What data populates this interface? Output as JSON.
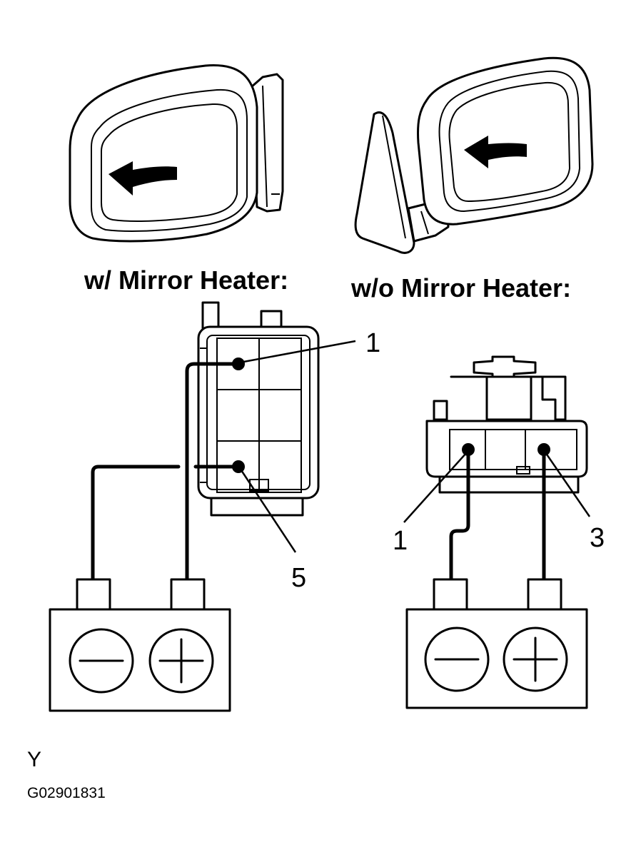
{
  "headings": {
    "with_heater": "w/ Mirror Heater:",
    "without_heater": "w/o Mirror Heater:"
  },
  "left_connector": {
    "pin_top": "1",
    "pin_bottom": "5"
  },
  "right_connector": {
    "pin_left": "1",
    "pin_right": "3"
  },
  "footer": {
    "letter": "Y",
    "figure_code": "G02901831"
  },
  "icons": [
    "mirror-left-icon",
    "mirror-right-icon",
    "arrow-icon",
    "battery-icon",
    "minus-icon",
    "plus-icon"
  ]
}
